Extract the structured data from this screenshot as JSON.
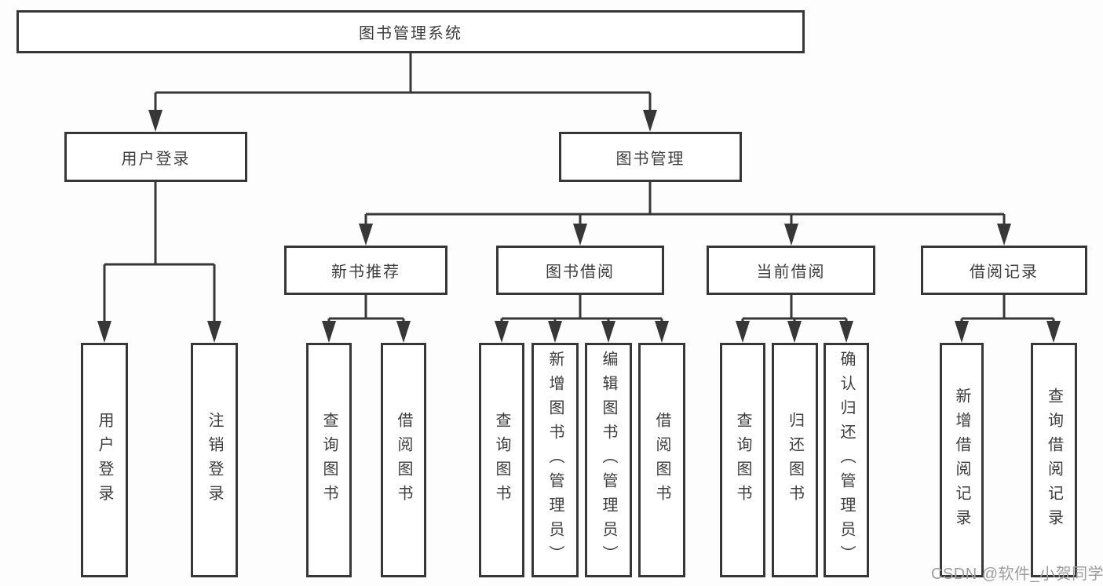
{
  "root": {
    "label": "图书管理系统",
    "children": [
      {
        "label": "用户登录",
        "children": [
          {
            "label": "用户登录"
          },
          {
            "label": "注销登录"
          }
        ]
      },
      {
        "label": "图书管理",
        "children": [
          {
            "label": "新书推荐",
            "children": [
              {
                "label": "查询图书"
              },
              {
                "label": "借阅图书"
              }
            ]
          },
          {
            "label": "图书借阅",
            "children": [
              {
                "label": "查询图书"
              },
              {
                "label": "新增图书（管理员）"
              },
              {
                "label": "编辑图书（管理员）"
              },
              {
                "label": "借阅图书"
              }
            ]
          },
          {
            "label": "当前借阅",
            "children": [
              {
                "label": "查询图书"
              },
              {
                "label": "归还图书"
              },
              {
                "label": "确认归还（管理员）"
              }
            ]
          },
          {
            "label": "借阅记录",
            "children": [
              {
                "label": "新增借阅记录"
              },
              {
                "label": "查询借阅记录"
              }
            ]
          }
        ]
      }
    ]
  },
  "watermark": "CSDN @软件_小贺同学",
  "colors": {
    "line": "#373737",
    "text": "#3d3d3d",
    "watermark_text": "#9d9d9d"
  }
}
